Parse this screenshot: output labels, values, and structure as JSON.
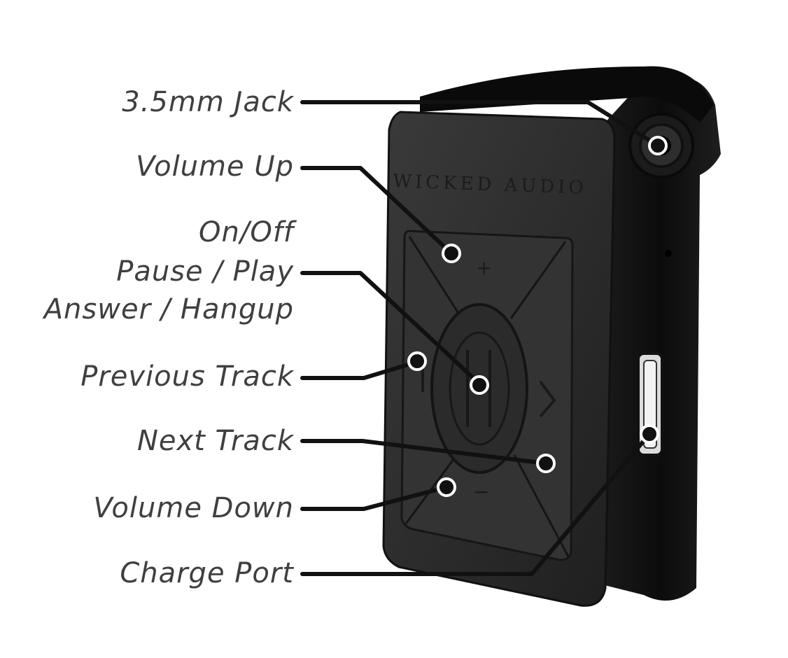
{
  "brand_text": "WICKED AUDIO",
  "labels": {
    "jack": "3.5mm Jack",
    "volume_up": "Volume Up",
    "on_off": "On/Off",
    "pause_play": "Pause / Play",
    "answer_hangup": "Answer / Hangup",
    "previous_track": "Previous Track",
    "next_track": "Next Track",
    "volume_down": "Volume Down",
    "charge_port": "Charge Port"
  },
  "colors": {
    "device_body": "#2a2a2a",
    "device_side": "#111111",
    "button_panel": "#333333",
    "leader_line": "#111111",
    "label_text": "#3f3f3f"
  }
}
